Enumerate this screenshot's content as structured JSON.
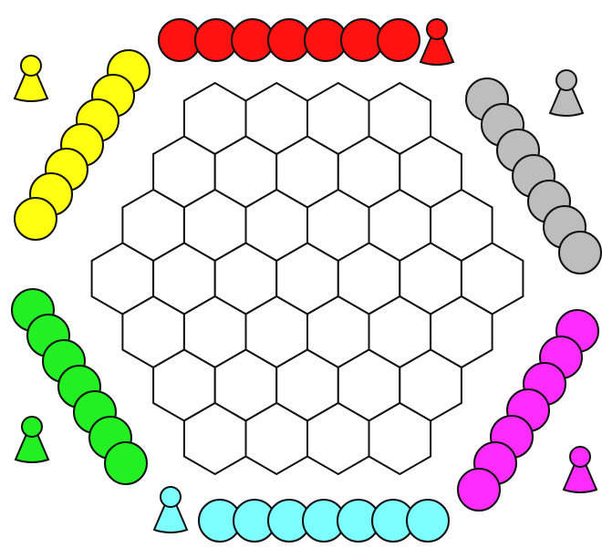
{
  "board": {
    "type": "hexagonal-hex-grid",
    "rows": [
      4,
      5,
      6,
      7,
      6,
      5,
      4
    ]
  },
  "players": [
    {
      "color_name": "red",
      "color": "#ff1212",
      "disc_count": 7
    },
    {
      "color_name": "gray",
      "color": "#bdbdbd",
      "disc_count": 7
    },
    {
      "color_name": "magenta",
      "color": "#ff2cff",
      "disc_count": 7
    },
    {
      "color_name": "cyan",
      "color": "#7dffff",
      "disc_count": 7
    },
    {
      "color_name": "green",
      "color": "#22f022",
      "disc_count": 7
    },
    {
      "color_name": "yellow",
      "color": "#ffff11",
      "disc_count": 7
    }
  ]
}
